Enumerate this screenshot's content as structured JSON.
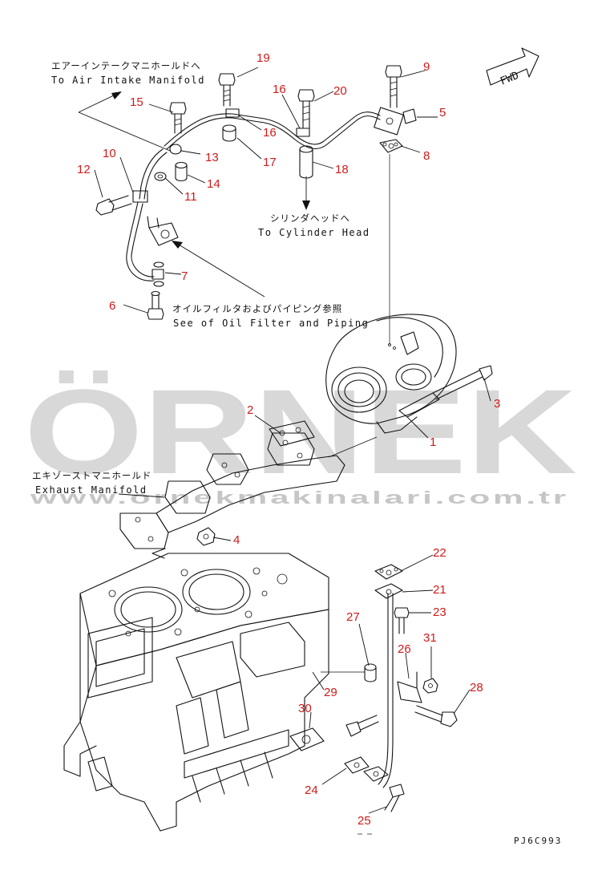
{
  "labels": {
    "air_intake_jp": "エアーインテークマニホールドへ",
    "air_intake_en": "To Air Intake Manifold",
    "cylinder_head_jp": "シリンダヘッドへ",
    "cylinder_head_en": "To Cylinder Head",
    "oil_filter_jp": "オイルフィルタおよびパイピング参照",
    "oil_filter_en": "See of Oil Filter and Piping",
    "exhaust_jp": "エキゾーストマニホールド",
    "exhaust_en": "Exhaust Manifold",
    "fwd": "FWD",
    "drawing_code": "PJ6C993"
  },
  "watermark": {
    "brand": "ÖRNEK",
    "url": "www.ornekmakinalari.com.tr"
  },
  "callouts": [
    "1",
    "2",
    "3",
    "4",
    "5",
    "6",
    "7",
    "8",
    "9",
    "10",
    "11",
    "12",
    "13",
    "14",
    "15",
    "16",
    "16",
    "17",
    "18",
    "19",
    "20",
    "21",
    "22",
    "23",
    "24",
    "25",
    "26",
    "27",
    "28",
    "29",
    "30",
    "31"
  ],
  "colors": {
    "callout": "#d11a1a",
    "line": "#111111",
    "watermark": "#cfcfcf"
  }
}
